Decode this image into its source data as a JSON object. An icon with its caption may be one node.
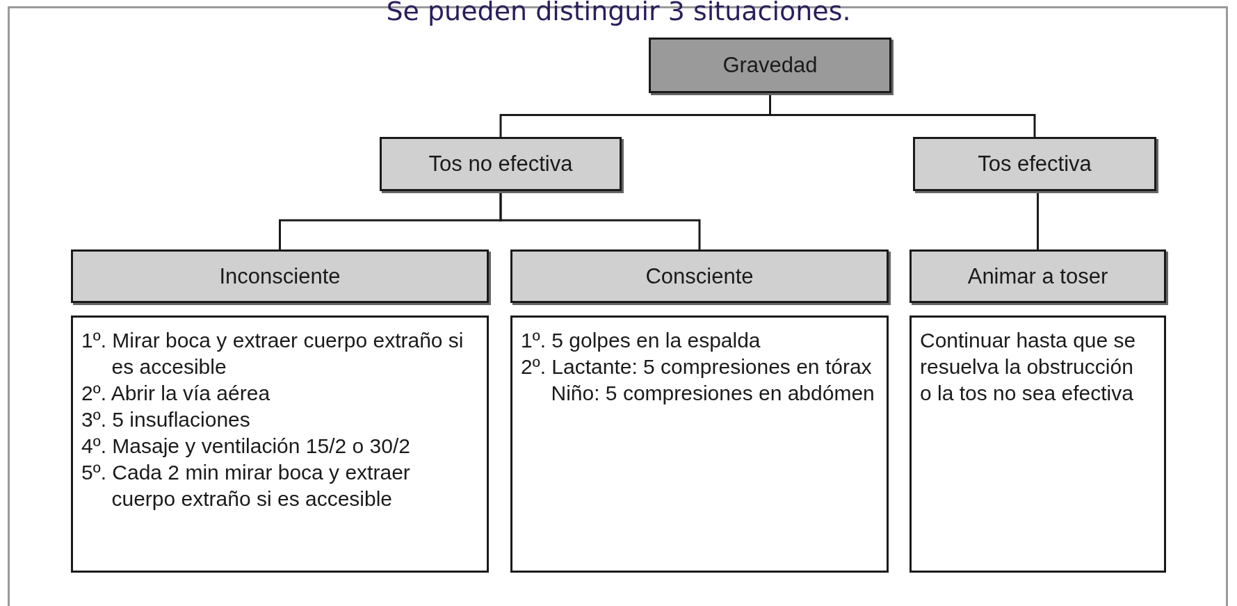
{
  "diagram": {
    "title": "Se pueden distinguir 3 situaciones.",
    "nodes": [
      {
        "text": [
          "Gravedad"
        ]
      },
      {
        "text": [
          "Tos no efectiva"
        ]
      },
      {
        "text": [
          "Tos efectiva"
        ]
      },
      {
        "text": [
          "Inconsciente"
        ]
      },
      {
        "text": [
          "Consciente"
        ]
      },
      {
        "text": [
          "Animar a toser"
        ]
      },
      {
        "text": [
          "1º. Mirar boca y extraer cuerpo extraño si es accesible",
          "2º. Abrir la vía aérea",
          "3º. 5 insuflaciones",
          "4º. Masaje y ventilación 15/2 o 30/2",
          "5º. Cada 2 min mirar boca y extraer cuerpo extraño si es accesible"
        ]
      },
      {
        "text": [
          "1º. 5 golpes en la espalda",
          "2º. Lactante: 5 compresiones en tórax",
          "Niño: 5 compresiones en abdómen"
        ]
      },
      {
        "text": [
          "Continuar hasta que se resuelva la obstrucción o la tos no sea efectiva"
        ]
      }
    ],
    "edges": [
      {
        "from": 0,
        "to": 1,
        "arrow": "none"
      },
      {
        "from": 0,
        "to": 2,
        "arrow": "none"
      },
      {
        "from": 1,
        "to": 3,
        "arrow": "none"
      },
      {
        "from": 1,
        "to": 4,
        "arrow": "none"
      },
      {
        "from": 2,
        "to": 5,
        "arrow": "none"
      }
    ]
  }
}
